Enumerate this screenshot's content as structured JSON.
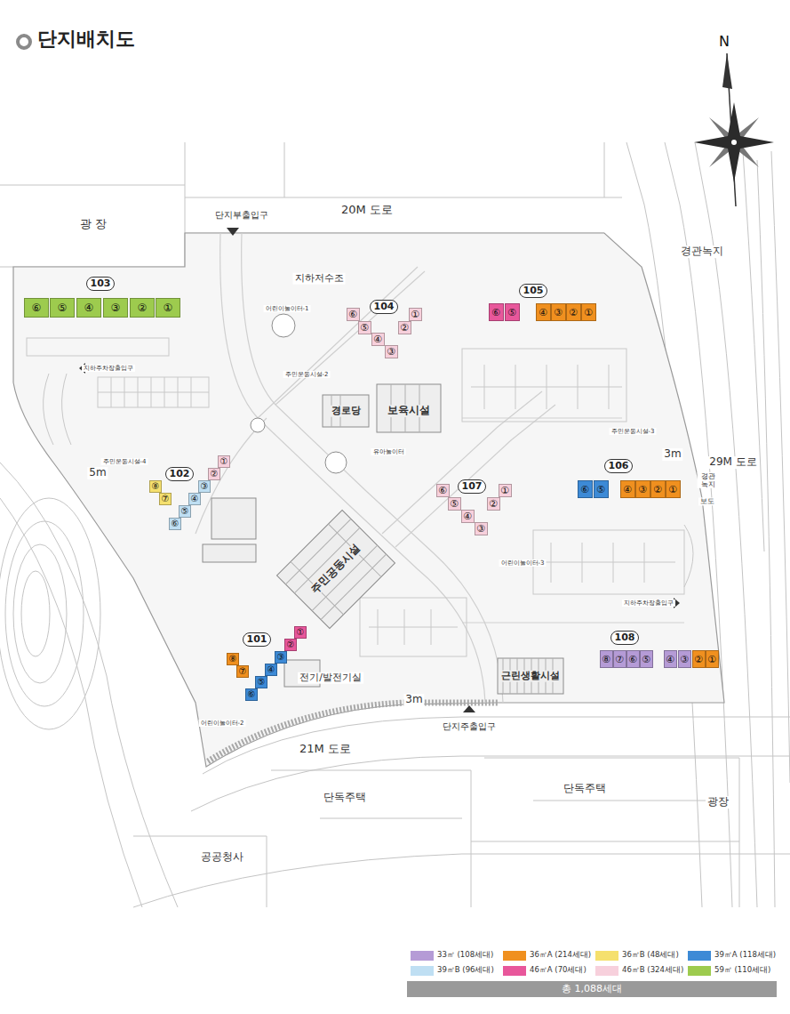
{
  "diagram": {
    "title": "단지배치도",
    "nodes": [
      {
        "text": [
          "103"
        ]
      },
      {
        "text": [
          "⑥"
        ],
        "in": 0
      },
      {
        "text": [
          "⑤"
        ],
        "in": 0
      },
      {
        "text": [
          "④"
        ],
        "in": 0
      },
      {
        "text": [
          "③"
        ],
        "in": 0
      },
      {
        "text": [
          "②"
        ],
        "in": 0
      },
      {
        "text": [
          "①"
        ],
        "in": 0
      },
      {
        "text": [
          "104"
        ]
      },
      {
        "text": [
          "⑥"
        ],
        "in": 7
      },
      {
        "text": [
          "①"
        ],
        "in": 7
      },
      {
        "text": [
          "⑤"
        ],
        "in": 7
      },
      {
        "text": [
          "②"
        ],
        "in": 7
      },
      {
        "text": [
          "④"
        ],
        "in": 7
      },
      {
        "text": [
          "③"
        ],
        "in": 7
      },
      {
        "text": [
          "105"
        ]
      },
      {
        "text": [
          "⑥"
        ],
        "in": 14
      },
      {
        "text": [
          "⑤"
        ],
        "in": 14
      },
      {
        "text": [
          "④"
        ],
        "in": 14
      },
      {
        "text": [
          "③"
        ],
        "in": 14
      },
      {
        "text": [
          "②"
        ],
        "in": 14
      },
      {
        "text": [
          "①"
        ],
        "in": 14
      },
      {
        "text": [
          "102"
        ]
      },
      {
        "text": [
          "①"
        ],
        "in": 21
      },
      {
        "text": [
          "②"
        ],
        "in": 21
      },
      {
        "text": [
          "③"
        ],
        "in": 21
      },
      {
        "text": [
          "④"
        ],
        "in": 21
      },
      {
        "text": [
          "⑤"
        ],
        "in": 21
      },
      {
        "text": [
          "⑥"
        ],
        "in": 21
      },
      {
        "text": [
          "⑧"
        ],
        "in": 21
      },
      {
        "text": [
          "⑦"
        ],
        "in": 21
      },
      {
        "text": [
          "107"
        ]
      },
      {
        "text": [
          "⑥"
        ],
        "in": 30
      },
      {
        "text": [
          "①"
        ],
        "in": 30
      },
      {
        "text": [
          "⑤"
        ],
        "in": 30
      },
      {
        "text": [
          "②"
        ],
        "in": 30
      },
      {
        "text": [
          "④"
        ],
        "in": 30
      },
      {
        "text": [
          "③"
        ],
        "in": 30
      },
      {
        "text": [
          "106"
        ]
      },
      {
        "text": [
          "⑥"
        ],
        "in": 37
      },
      {
        "text": [
          "⑤"
        ],
        "in": 37
      },
      {
        "text": [
          "④"
        ],
        "in": 37
      },
      {
        "text": [
          "③"
        ],
        "in": 37
      },
      {
        "text": [
          "②"
        ],
        "in": 37
      },
      {
        "text": [
          "①"
        ],
        "in": 37
      },
      {
        "text": [
          "101"
        ]
      },
      {
        "text": [
          "①"
        ],
        "in": 44
      },
      {
        "text": [
          "②"
        ],
        "in": 44
      },
      {
        "text": [
          "③"
        ],
        "in": 44
      },
      {
        "text": [
          "④"
        ],
        "in": 44
      },
      {
        "text": [
          "⑤"
        ],
        "in": 44
      },
      {
        "text": [
          "⑥"
        ],
        "in": 44
      },
      {
        "text": [
          "⑧"
        ],
        "in": 44
      },
      {
        "text": [
          "⑦"
        ],
        "in": 44
      },
      {
        "text": [
          "108"
        ]
      },
      {
        "text": [
          "⑧"
        ],
        "in": 53
      },
      {
        "text": [
          "⑦"
        ],
        "in": 53
      },
      {
        "text": [
          "⑥"
        ],
        "in": 53
      },
      {
        "text": [
          "⑤"
        ],
        "in": 53
      },
      {
        "text": [
          "④"
        ],
        "in": 53
      },
      {
        "text": [
          "③"
        ],
        "in": 53
      },
      {
        "text": [
          "②"
        ],
        "in": 53
      },
      {
        "text": [
          "①"
        ],
        "in": 53
      }
    ],
    "labels": [
      "N",
      "광 장",
      "단지부출입구",
      "20M 도로",
      "지하저수조",
      "경관녹지",
      "지하주차장출입구",
      "주민운동시설-4",
      "5m",
      "경로당",
      "보육시설",
      "주민운동시설-3",
      "3m",
      "29M 도로",
      "경관 녹지",
      "보도",
      "어린이놀이터-3",
      "지하주차장출입구",
      "주민공동시설",
      "전기/발전기실",
      "근린생활시설",
      "3m",
      "단지주출입구",
      "21M 도로",
      "단독주택",
      "단독주택",
      "광장",
      "공공청사",
      "어린이놀이터-1",
      "주민운동시설-2",
      "유아놀이터",
      "어린이놀이터-2",
      "총 1,088세대"
    ],
    "legend": [
      {
        "text": "33㎡ (108세대)",
        "color": "#b59bd6"
      },
      {
        "text": "36㎡A (214세대)",
        "color": "#f0901f"
      },
      {
        "text": "36㎡B (48세대)",
        "color": "#f5e06e"
      },
      {
        "text": "39㎡A (118세대)",
        "color": "#3d8ad6"
      },
      {
        "text": "39㎡B (96세대)",
        "color": "#bfdff3"
      },
      {
        "text": "46㎡A (70세대)",
        "color": "#e8579b"
      },
      {
        "text": "46㎡B (324세대)",
        "color": "#f7d0dc"
      },
      {
        "text": "59㎡ (110세대)",
        "color": "#9dcb4e"
      }
    ]
  }
}
